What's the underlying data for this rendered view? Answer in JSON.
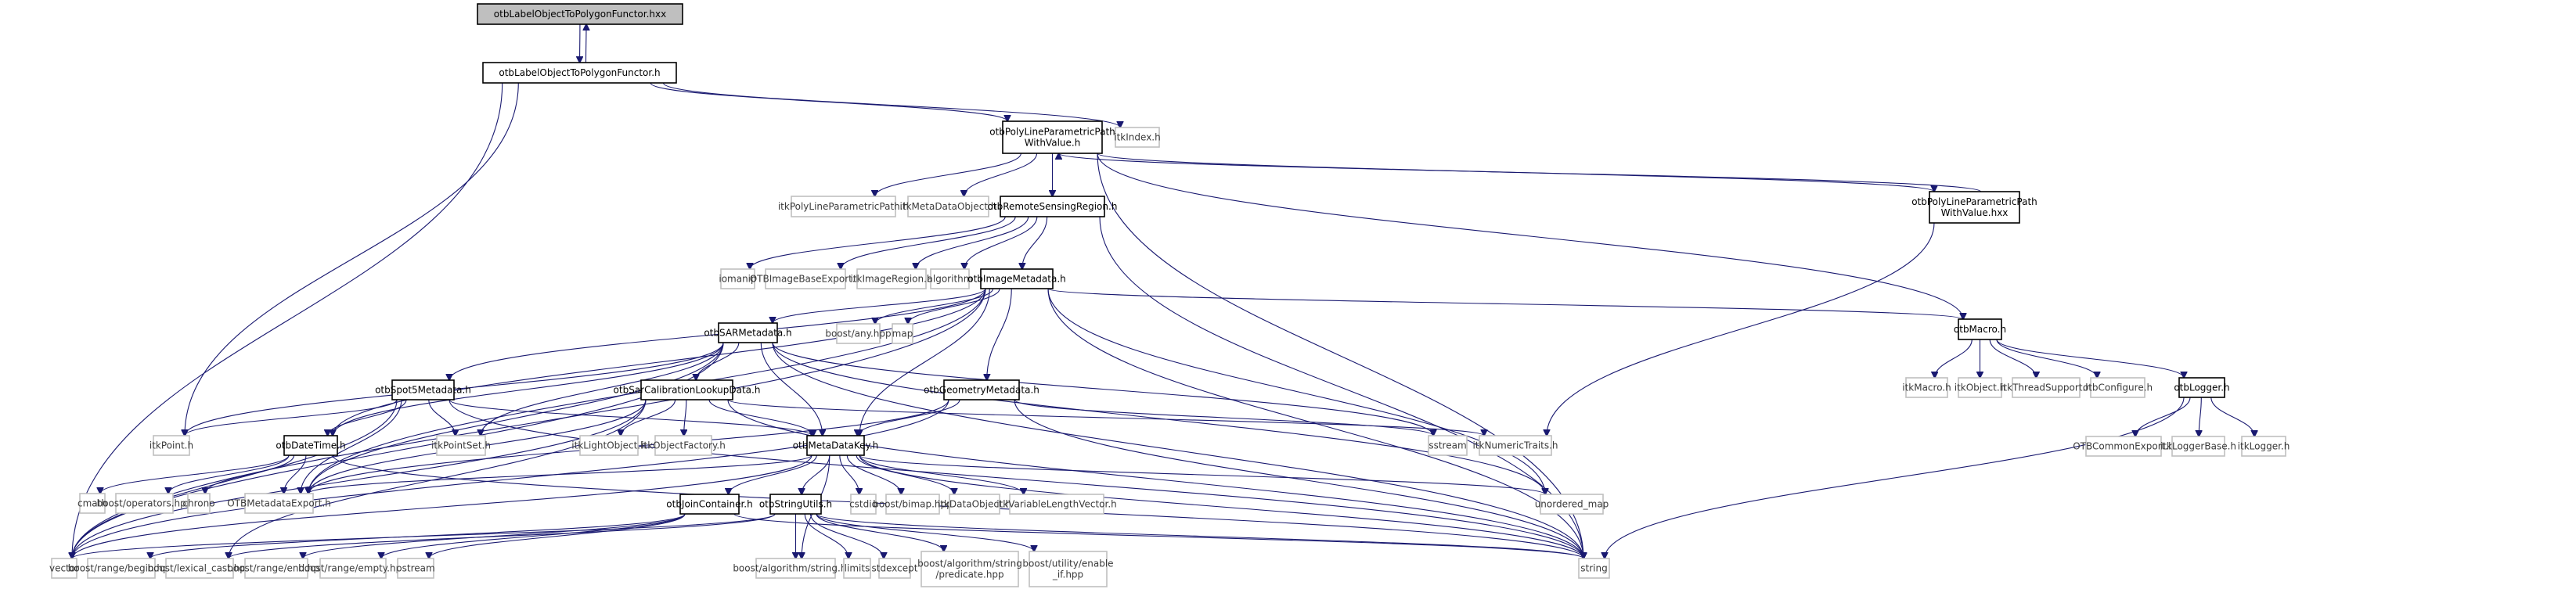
{
  "diagram": {
    "title": "otbLabelObjectToPolygonFunctor.hxx include dependency graph",
    "colors": {
      "edge": "#191970",
      "root_fill": "#bfbfbf",
      "internal_border": "#000000",
      "external_border": "#bfbfbf"
    },
    "nodes": [
      {
        "id": "root",
        "label": [
          "otbLabelObjectToPolygonFunctor.hxx"
        ],
        "kind": "root"
      },
      {
        "id": "functor_h",
        "label": [
          "otbLabelObjectToPolygonFunctor.h"
        ],
        "kind": "internal"
      },
      {
        "id": "polyline_h",
        "label": [
          "otbPolyLineParametricPath",
          "WithValue.h"
        ],
        "kind": "internal"
      },
      {
        "id": "itkIndex",
        "label": [
          "itkIndex.h"
        ],
        "kind": "external"
      },
      {
        "id": "polyline_hxx",
        "label": [
          "otbPolyLineParametricPath",
          "WithValue.hxx"
        ],
        "kind": "internal"
      },
      {
        "id": "itkPolyLine",
        "label": [
          "itkPolyLineParametricPath.h"
        ],
        "kind": "external"
      },
      {
        "id": "itkMetaDataObject",
        "label": [
          "itkMetaDataObject.h"
        ],
        "kind": "external"
      },
      {
        "id": "rsRegion",
        "label": [
          "otbRemoteSensingRegion.h"
        ],
        "kind": "internal"
      },
      {
        "id": "iomanip",
        "label": [
          "iomanip"
        ],
        "kind": "external"
      },
      {
        "id": "otbImageBaseExport",
        "label": [
          "OTBImageBaseExport.h"
        ],
        "kind": "external"
      },
      {
        "id": "itkImageRegion",
        "label": [
          "itkImageRegion.h"
        ],
        "kind": "external"
      },
      {
        "id": "algorithm",
        "label": [
          "algorithm"
        ],
        "kind": "external"
      },
      {
        "id": "imageMetadata",
        "label": [
          "otbImageMetadata.h"
        ],
        "kind": "internal"
      },
      {
        "id": "sarMetadata",
        "label": [
          "otbSARMetadata.h"
        ],
        "kind": "internal"
      },
      {
        "id": "boostAny",
        "label": [
          "boost/any.hpp"
        ],
        "kind": "external"
      },
      {
        "id": "map",
        "label": [
          "map"
        ],
        "kind": "external"
      },
      {
        "id": "otbMacro",
        "label": [
          "otbMacro.h"
        ],
        "kind": "internal"
      },
      {
        "id": "spot5",
        "label": [
          "otbSpot5Metadata.h"
        ],
        "kind": "internal"
      },
      {
        "id": "sarCalib",
        "label": [
          "otbSarCalibrationLookupData.h"
        ],
        "kind": "internal"
      },
      {
        "id": "geometry",
        "label": [
          "otbGeometryMetadata.h"
        ],
        "kind": "internal"
      },
      {
        "id": "itkMacro",
        "label": [
          "itkMacro.h"
        ],
        "kind": "external"
      },
      {
        "id": "itkObject",
        "label": [
          "itkObject.h"
        ],
        "kind": "external"
      },
      {
        "id": "itkThreadSupport",
        "label": [
          "itkThreadSupport.h"
        ],
        "kind": "external"
      },
      {
        "id": "otbConfigure",
        "label": [
          "otbConfigure.h"
        ],
        "kind": "external"
      },
      {
        "id": "otbLogger",
        "label": [
          "otbLogger.h"
        ],
        "kind": "internal"
      },
      {
        "id": "itkPoint",
        "label": [
          "itkPoint.h"
        ],
        "kind": "external"
      },
      {
        "id": "dateTime",
        "label": [
          "otbDateTime.h"
        ],
        "kind": "internal"
      },
      {
        "id": "itkPointSet",
        "label": [
          "itkPointSet.h"
        ],
        "kind": "external"
      },
      {
        "id": "itkLightObject",
        "label": [
          "itkLightObject.h"
        ],
        "kind": "external"
      },
      {
        "id": "itkObjectFactory",
        "label": [
          "itkObjectFactory.h"
        ],
        "kind": "external"
      },
      {
        "id": "metaDataKey",
        "label": [
          "otbMetaDataKey.h"
        ],
        "kind": "internal"
      },
      {
        "id": "sstream",
        "label": [
          "sstream"
        ],
        "kind": "external"
      },
      {
        "id": "itkNumericTraits",
        "label": [
          "itkNumericTraits.h"
        ],
        "kind": "external"
      },
      {
        "id": "cmath",
        "label": [
          "cmath"
        ],
        "kind": "external"
      },
      {
        "id": "boostOperators",
        "label": [
          "boost/operators.hpp"
        ],
        "kind": "external"
      },
      {
        "id": "chrono",
        "label": [
          "chrono"
        ],
        "kind": "external"
      },
      {
        "id": "metadataExport",
        "label": [
          "OTBMetadataExport.h"
        ],
        "kind": "external"
      },
      {
        "id": "joinContainer",
        "label": [
          "otbJoinContainer.h"
        ],
        "kind": "internal"
      },
      {
        "id": "stringUtils",
        "label": [
          "otbStringUtils.h"
        ],
        "kind": "internal"
      },
      {
        "id": "cstdio",
        "label": [
          "cstdio"
        ],
        "kind": "external"
      },
      {
        "id": "boostBimap",
        "label": [
          "boost/bimap.hpp"
        ],
        "kind": "external"
      },
      {
        "id": "itkDataObject",
        "label": [
          "itkDataObject.h"
        ],
        "kind": "external"
      },
      {
        "id": "itkVLV",
        "label": [
          "itkVariableLengthVector.h"
        ],
        "kind": "external"
      },
      {
        "id": "unorderedMap",
        "label": [
          "unordered_map"
        ],
        "kind": "external"
      },
      {
        "id": "otbCommonExport",
        "label": [
          "OTBCommonExport.h"
        ],
        "kind": "external"
      },
      {
        "id": "itkLoggerBase",
        "label": [
          "itkLoggerBase.h"
        ],
        "kind": "external"
      },
      {
        "id": "itkLogger",
        "label": [
          "itkLogger.h"
        ],
        "kind": "external"
      },
      {
        "id": "vector",
        "label": [
          "vector"
        ],
        "kind": "external"
      },
      {
        "id": "rangeBegin",
        "label": [
          "boost/range/begin.hpp"
        ],
        "kind": "external"
      },
      {
        "id": "lexicalCast",
        "label": [
          "boost/lexical_cast.hpp"
        ],
        "kind": "external"
      },
      {
        "id": "rangeEnd",
        "label": [
          "boost/range/end.hpp"
        ],
        "kind": "external"
      },
      {
        "id": "rangeEmpty",
        "label": [
          "boost/range/empty.hpp"
        ],
        "kind": "external"
      },
      {
        "id": "ostream",
        "label": [
          "ostream"
        ],
        "kind": "external"
      },
      {
        "id": "algoString",
        "label": [
          "boost/algorithm/string.hpp"
        ],
        "kind": "external"
      },
      {
        "id": "limits",
        "label": [
          "limits"
        ],
        "kind": "external"
      },
      {
        "id": "stdexcept",
        "label": [
          "stdexcept"
        ],
        "kind": "external"
      },
      {
        "id": "algoPredicate",
        "label": [
          "boost/algorithm/string",
          "/predicate.hpp"
        ],
        "kind": "external"
      },
      {
        "id": "enableIf",
        "label": [
          "boost/utility/enable",
          "_if.hpp"
        ],
        "kind": "external"
      },
      {
        "id": "string",
        "label": [
          "string"
        ],
        "kind": "external"
      }
    ],
    "edges": [
      [
        "root",
        "functor_h"
      ],
      [
        "functor_h",
        "root"
      ],
      [
        "functor_h",
        "polyline_h"
      ],
      [
        "functor_h",
        "itkIndex"
      ],
      [
        "functor_h",
        "vector"
      ],
      [
        "functor_h",
        "itkPoint"
      ],
      [
        "polyline_h",
        "itkPolyLine"
      ],
      [
        "polyline_h",
        "itkMetaDataObject"
      ],
      [
        "polyline_h",
        "rsRegion"
      ],
      [
        "polyline_h",
        "polyline_hxx"
      ],
      [
        "polyline_h",
        "otbMacro"
      ],
      [
        "polyline_h",
        "string"
      ],
      [
        "polyline_hxx",
        "polyline_h"
      ],
      [
        "polyline_hxx",
        "itkNumericTraits"
      ],
      [
        "rsRegion",
        "iomanip"
      ],
      [
        "rsRegion",
        "otbImageBaseExport"
      ],
      [
        "rsRegion",
        "itkImageRegion"
      ],
      [
        "rsRegion",
        "algorithm"
      ],
      [
        "rsRegion",
        "imageMetadata"
      ],
      [
        "rsRegion",
        "string"
      ],
      [
        "imageMetadata",
        "sarMetadata"
      ],
      [
        "imageMetadata",
        "boostAny"
      ],
      [
        "imageMetadata",
        "map"
      ],
      [
        "imageMetadata",
        "otbMacro"
      ],
      [
        "imageMetadata",
        "spot5"
      ],
      [
        "imageMetadata",
        "geometry"
      ],
      [
        "imageMetadata",
        "metaDataKey"
      ],
      [
        "imageMetadata",
        "metadataExport"
      ],
      [
        "imageMetadata",
        "vector"
      ],
      [
        "imageMetadata",
        "string"
      ],
      [
        "imageMetadata",
        "unorderedMap"
      ],
      [
        "imageMetadata",
        "dateTime"
      ],
      [
        "sarMetadata",
        "sarCalib"
      ],
      [
        "sarMetadata",
        "metaDataKey"
      ],
      [
        "sarMetadata",
        "itkPoint"
      ],
      [
        "sarMetadata",
        "itkPointSet"
      ],
      [
        "sarMetadata",
        "sstream"
      ],
      [
        "sarMetadata",
        "string"
      ],
      [
        "sarMetadata",
        "vector"
      ],
      [
        "sarMetadata",
        "metadataExport"
      ],
      [
        "sarMetadata",
        "dateTime"
      ],
      [
        "sarMetadata",
        "unorderedMap"
      ],
      [
        "otbMacro",
        "itkMacro"
      ],
      [
        "otbMacro",
        "itkObject"
      ],
      [
        "otbMacro",
        "itkThreadSupport"
      ],
      [
        "otbMacro",
        "otbConfigure"
      ],
      [
        "otbMacro",
        "otbLogger"
      ],
      [
        "otbLogger",
        "otbCommonExport"
      ],
      [
        "otbLogger",
        "itkLoggerBase"
      ],
      [
        "otbLogger",
        "itkLogger"
      ],
      [
        "otbLogger",
        "string"
      ],
      [
        "spot5",
        "itkPoint"
      ],
      [
        "spot5",
        "dateTime"
      ],
      [
        "spot5",
        "itkPointSet"
      ],
      [
        "spot5",
        "metadataExport"
      ],
      [
        "spot5",
        "metaDataKey"
      ],
      [
        "spot5",
        "vector"
      ],
      [
        "spot5",
        "string"
      ],
      [
        "sarCalib",
        "itkLightObject"
      ],
      [
        "sarCalib",
        "itkObjectFactory"
      ],
      [
        "sarCalib",
        "metaDataKey"
      ],
      [
        "sarCalib",
        "metadataExport"
      ],
      [
        "sarCalib",
        "lexicalCast"
      ],
      [
        "sarCalib",
        "itkNumericTraits"
      ],
      [
        "sarCalib",
        "vector"
      ],
      [
        "sarCalib",
        "string"
      ],
      [
        "geometry",
        "metaDataKey"
      ],
      [
        "geometry",
        "metadataExport"
      ],
      [
        "geometry",
        "sstream"
      ],
      [
        "geometry",
        "string"
      ],
      [
        "geometry",
        "vector"
      ],
      [
        "dateTime",
        "cmath"
      ],
      [
        "dateTime",
        "boostOperators"
      ],
      [
        "dateTime",
        "chrono"
      ],
      [
        "dateTime",
        "metadataExport"
      ],
      [
        "dateTime",
        "string"
      ],
      [
        "metaDataKey",
        "joinContainer"
      ],
      [
        "metaDataKey",
        "stringUtils"
      ],
      [
        "metaDataKey",
        "cstdio"
      ],
      [
        "metaDataKey",
        "boostBimap"
      ],
      [
        "metaDataKey",
        "itkDataObject"
      ],
      [
        "metaDataKey",
        "itkVLV"
      ],
      [
        "metaDataKey",
        "unorderedMap"
      ],
      [
        "metaDataKey",
        "string"
      ],
      [
        "metaDataKey",
        "metadataExport"
      ],
      [
        "metaDataKey",
        "vector"
      ],
      [
        "metaDataKey",
        "algoString"
      ],
      [
        "joinContainer",
        "rangeBegin"
      ],
      [
        "joinContainer",
        "rangeEnd"
      ],
      [
        "joinContainer",
        "rangeEmpty"
      ],
      [
        "joinContainer",
        "ostream"
      ],
      [
        "joinContainer",
        "string"
      ],
      [
        "stringUtils",
        "algoString"
      ],
      [
        "stringUtils",
        "limits"
      ],
      [
        "stringUtils",
        "stdexcept"
      ],
      [
        "stringUtils",
        "algoPredicate"
      ],
      [
        "stringUtils",
        "enableIf"
      ],
      [
        "stringUtils",
        "lexicalCast"
      ],
      [
        "stringUtils",
        "vector"
      ],
      [
        "stringUtils",
        "string"
      ]
    ]
  }
}
